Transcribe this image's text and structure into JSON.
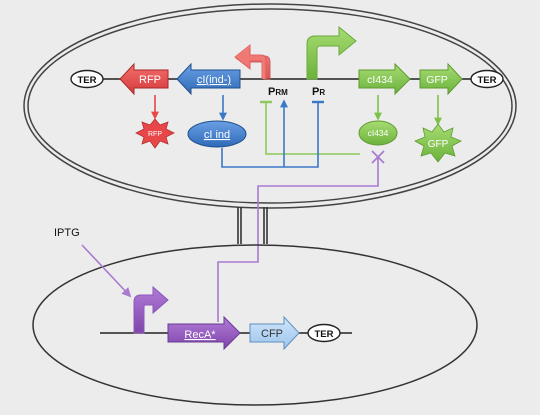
{
  "colors": {
    "background": "#ececec",
    "red": "#e8474a",
    "red_light": "#f07d72",
    "blue": "#3a78c8",
    "blue_light": "#6ea4e0",
    "green": "#7fc24a",
    "green_light": "#a7d878",
    "purple": "#9a5cc0",
    "purple_light": "#bf9ae0",
    "cfp": "#a8ccf0",
    "outline": "#333333"
  },
  "labels": {
    "ter_left": "TER",
    "rfp_gene": "RFP",
    "ci_ind_gene": "cI(ind-)",
    "p_rm_main": "P",
    "p_rm_sub": "RM",
    "p_r_main": "P",
    "p_r_sub": "R",
    "ci434_gene": "cI434",
    "gfp_gene": "GFP",
    "ter_right": "TER",
    "rfp_protein": "RFP",
    "ci_ind_protein": "cI ind",
    "ci434_protein": "cI434",
    "gfp_protein": "GFP",
    "iptg": "IPTG",
    "reca_gene": "RecA*",
    "cfp_gene": "CFP",
    "ter_bottom": "TER"
  }
}
